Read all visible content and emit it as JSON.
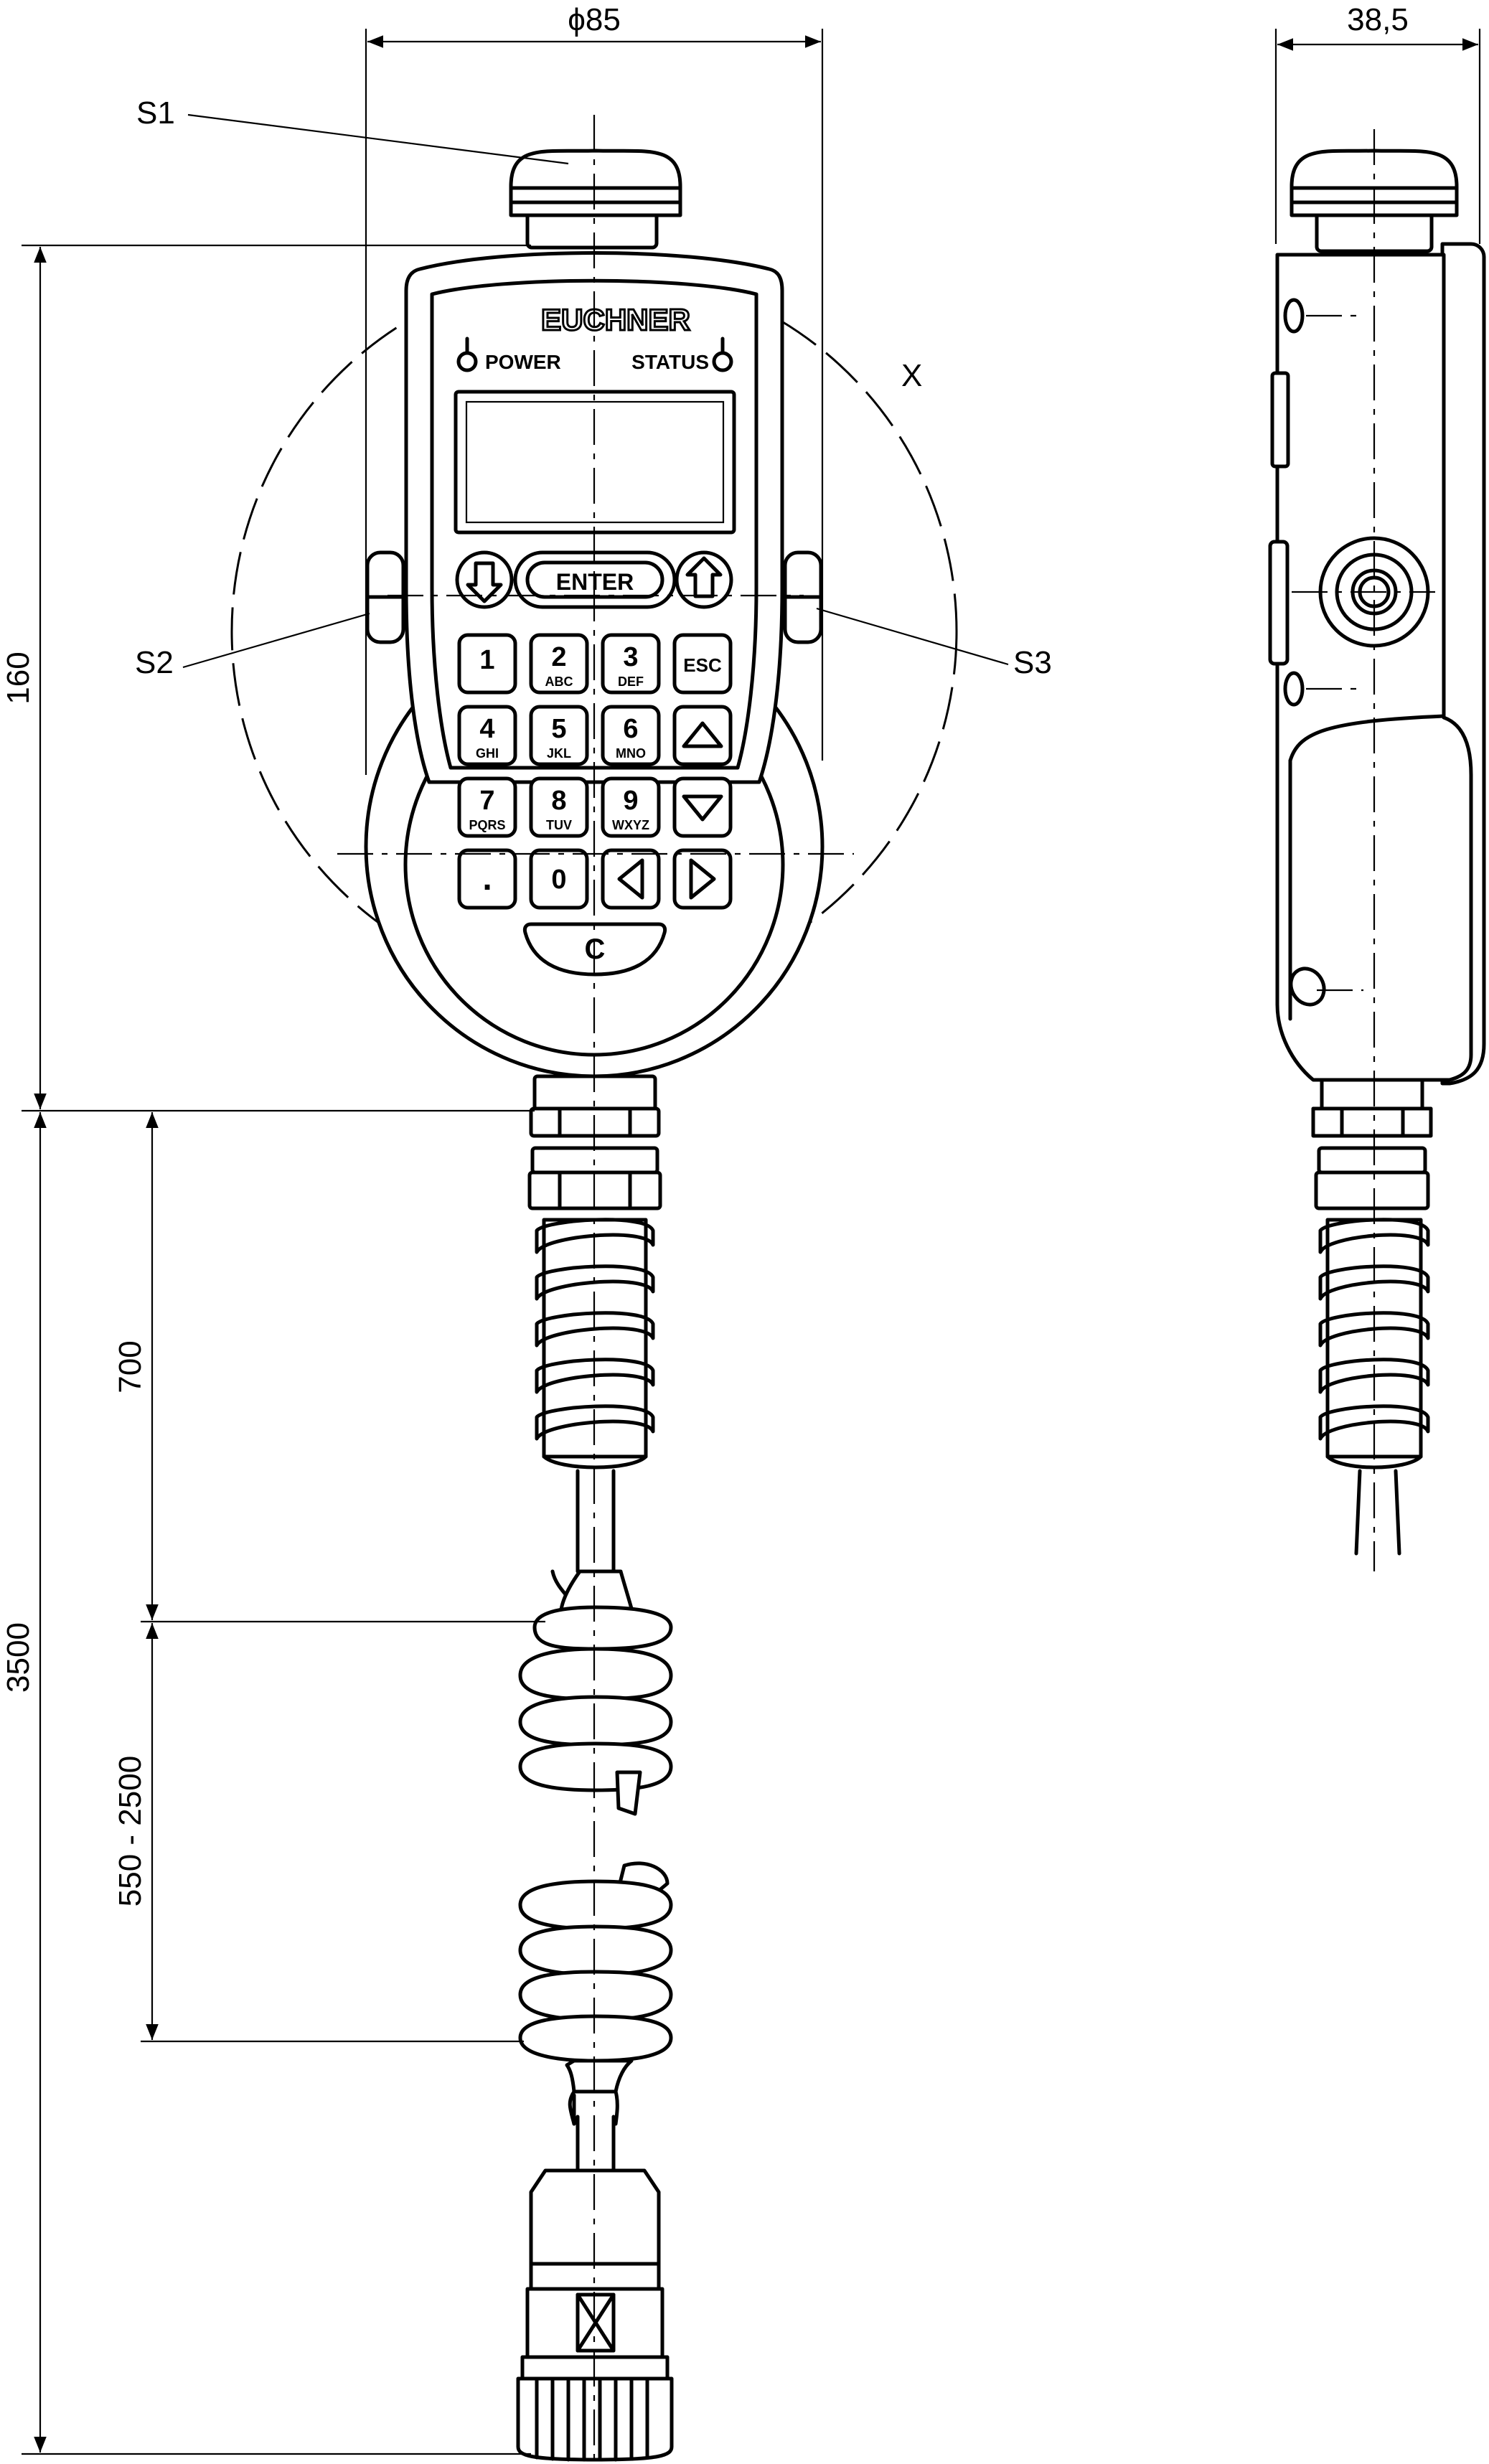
{
  "drawing": {
    "brand": "EUCHNER",
    "leds": {
      "power": "POWER",
      "status": "STATUS"
    },
    "enter_label": "ENTER",
    "keys": [
      {
        "main": "1",
        "sub": ""
      },
      {
        "main": "2",
        "sub": "ABC"
      },
      {
        "main": "3",
        "sub": "DEF"
      },
      {
        "main": "ESC",
        "sub": ""
      },
      {
        "main": "4",
        "sub": "GHI"
      },
      {
        "main": "5",
        "sub": "JKL"
      },
      {
        "main": "6",
        "sub": "MNO"
      },
      {
        "main": "7",
        "sub": "PQRS"
      },
      {
        "main": "8",
        "sub": "TUV"
      },
      {
        "main": "9",
        "sub": "WXYZ"
      },
      {
        "main": ".",
        "sub": ""
      },
      {
        "main": "0",
        "sub": ""
      }
    ],
    "clear_key": "C",
    "callouts": {
      "s1": "S1",
      "s2": "S2",
      "s3": "S3",
      "detail": "X"
    },
    "dimensions": {
      "diameter": "ϕ85",
      "depth": "38,5",
      "height": "160",
      "cable_straight": "700",
      "coil": "550 - 2500",
      "total": "3500"
    }
  }
}
